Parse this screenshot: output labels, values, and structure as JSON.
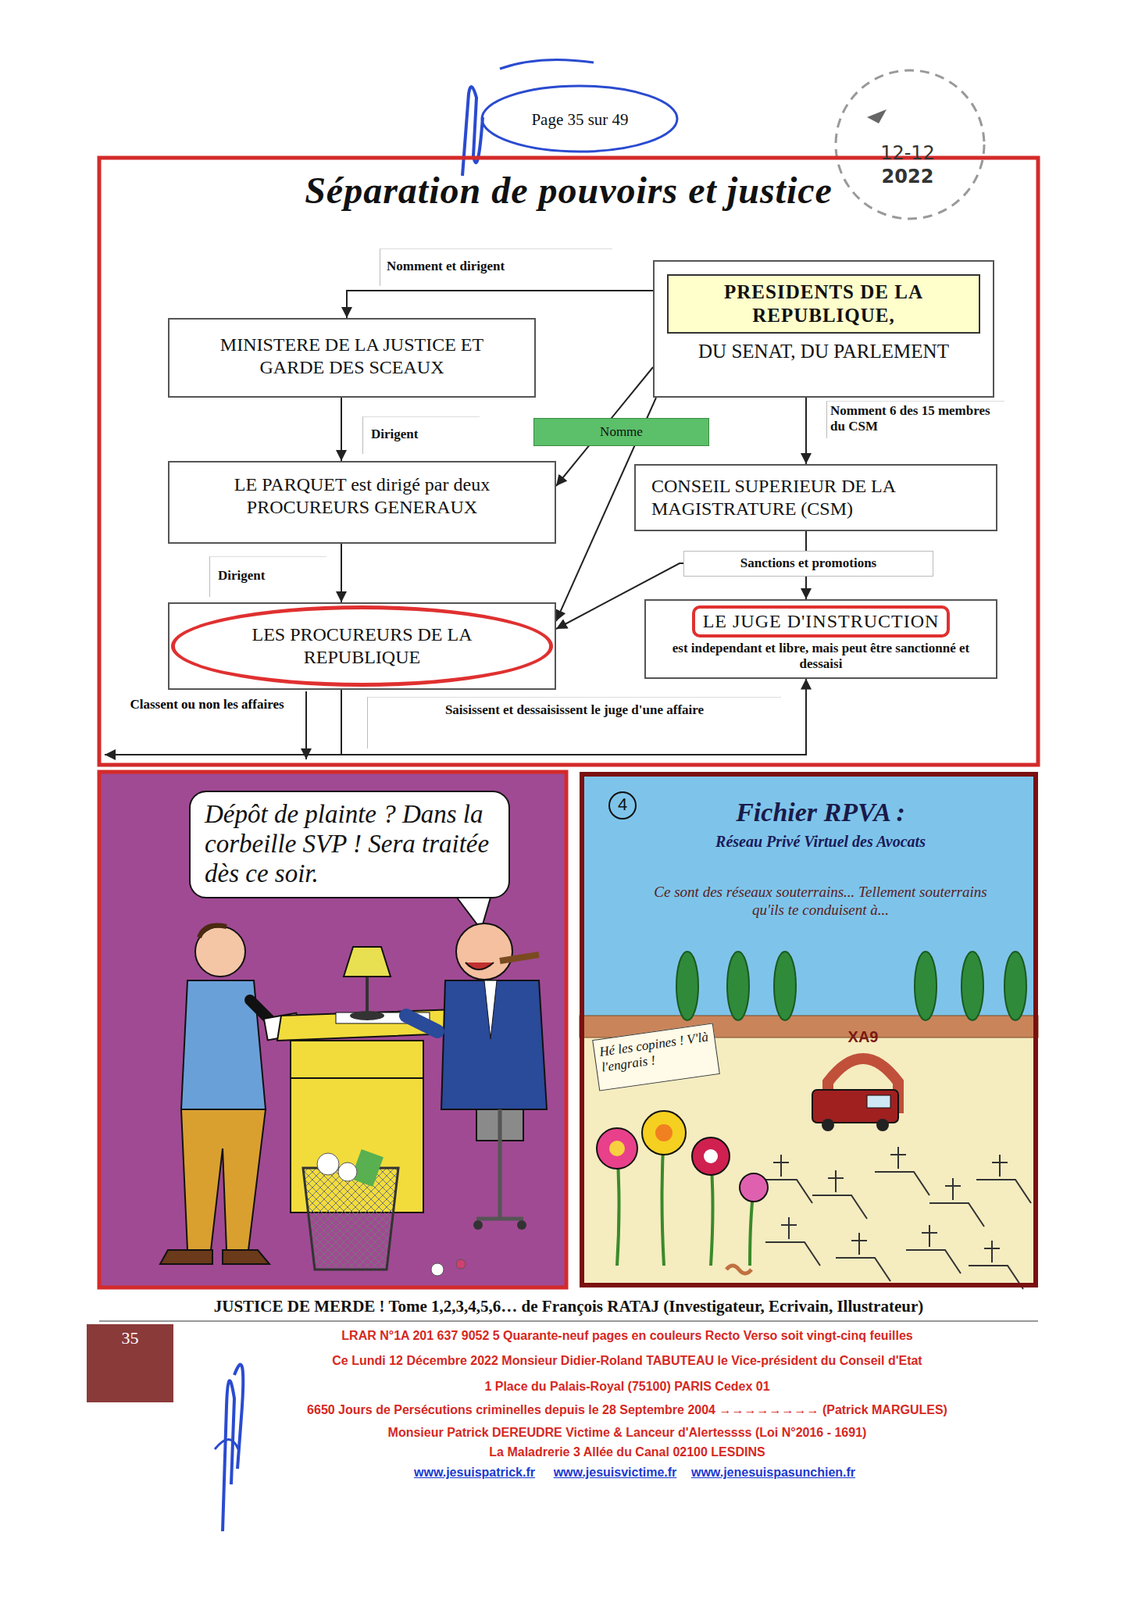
{
  "diagram": {
    "title": "Séparation de pouvoirs et justice",
    "nodes": [
      {
        "text": [
          "PRESIDENTS DE LA REPUBLIQUE,",
          "DU SENAT, DU PARLEMENT"
        ]
      },
      {
        "text": [
          "MINISTERE DE LA JUSTICE ET GARDE DES SCEAUX"
        ]
      },
      {
        "text": [
          "LE PARQUET est dirigé par deux PROCUREURS GENERAUX"
        ]
      },
      {
        "text": [
          "CONSEIL SUPERIEUR DE LA MAGISTRATURE (CSM)"
        ]
      },
      {
        "text": [
          "LES PROCUREURS DE LA REPUBLIQUE"
        ]
      },
      {
        "text": [
          "LE JUGE D'INSTRUCTION",
          "est independant et libre, mais peut être sanctionné et dessaisi"
        ]
      },
      {
        "text": [
          "Dépôt de plainte ? Dans la corbeille SVP ! Sera traitée dès ce soir."
        ]
      },
      {
        "text": [
          "Fichier RPVA :",
          "Réseau Privé Virtuel des Avocats",
          "Ce sont des réseaux souterrains... Tellement souterrains qu'ils te conduisent à..."
        ]
      },
      {
        "text": [
          "Hé les copines ! V'là l'engrais !"
        ],
        "in": 7
      }
    ],
    "edges": [
      {
        "from": 0,
        "to": 1,
        "arrow": "to",
        "label": "Nomment et dirigent"
      },
      {
        "from": 1,
        "to": 2,
        "arrow": "to",
        "label": "Dirigent"
      },
      {
        "from": 0,
        "to": 2,
        "arrow": "to",
        "label": "Nomme"
      },
      {
        "from": 0,
        "to": 4,
        "arrow": "to"
      },
      {
        "from": 0,
        "to": 3,
        "arrow": "to",
        "label": "Nomment 6 des 15 membres du CSM"
      },
      {
        "from": 3,
        "to": 5,
        "arrow": "to",
        "label": "Sanctions et promotions"
      },
      {
        "from": 3,
        "to": 4,
        "arrow": "to"
      },
      {
        "from": 2,
        "to": 4,
        "arrow": "to",
        "label": "Dirigent"
      },
      {
        "from": 4,
        "to": 5,
        "arrow": "to",
        "label": "Saisissent et dessaisissent le juge d'une affaire"
      }
    ],
    "labels": [
      "Page 35 sur 49",
      "12-12",
      "2022",
      "Classent ou non les affaires",
      "4",
      "XA9",
      "JUSTICE DE MERDE ! Tome 1,2,3,4,5,6… de François RATAJ (Investigateur, Ecrivain, Illustrateur)",
      "35",
      "LRAR N°1A 201 637 9052 5 Quarante-neuf pages en couleurs Recto Verso soit vingt-cinq feuilles",
      "Ce Lundi 12 Décembre 2022 Monsieur Didier-Roland TABUTEAU le Vice-président du Conseil d'Etat",
      "1 Place du Palais-Royal (75100) PARIS Cedex 01",
      "6650 Jours de Persécutions criminelles depuis le 28 Septembre 2004 →→→→→→→→ (Patrick MARGULES)",
      "Monsieur Patrick DEREUDRE Victime & Lanceur d'Alertessss (Loi N°2016 - 1691)",
      "La Maladrerie 3 Allée du Canal 02100 LESDINS",
      "www.jesuispatrick.fr",
      "www.jesuisvictime.fr",
      "www.jenesuispasunchien.fr"
    ]
  }
}
